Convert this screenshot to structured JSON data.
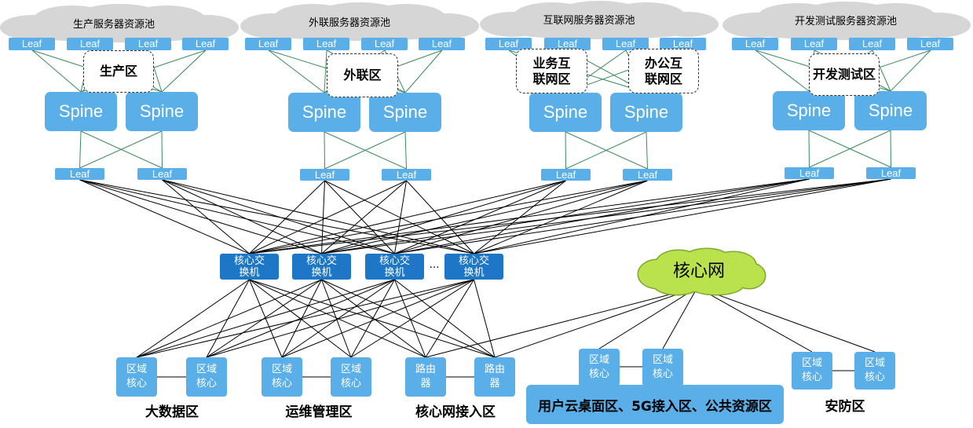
{
  "resource_pools": [
    {
      "title": "生产服务器资源池",
      "zones": [
        "生产区"
      ]
    },
    {
      "title": "外联服务器资源池",
      "zones": [
        "外联区"
      ]
    },
    {
      "title": "互联网服务器资源池",
      "zones": [
        "业务互\n联网区",
        "办公互\n联网区"
      ]
    },
    {
      "title": "开发测试服务器资源池",
      "zones": [
        "开发测试区"
      ]
    }
  ],
  "node_labels": {
    "leaf": "Leaf",
    "spine": "Spine",
    "core_switch": "核心交\n换机",
    "more_core_switches": "…",
    "region_core": "区域\n核心",
    "router": "路由\n器"
  },
  "core_network": {
    "label": "核心网"
  },
  "access_zones": [
    {
      "label": "大数据区"
    },
    {
      "label": "运维管理区"
    },
    {
      "label": "核心网接入区"
    },
    {
      "label": "用户云桌面区、5G接入区、公共资源区"
    },
    {
      "label": "安防区"
    }
  ],
  "colors": {
    "pool_cloud_gray": "#d6d6d6",
    "core_cloud_green": "#b9e24c",
    "core_cloud_outline": "#7fa932",
    "node_light_blue": "#5aafe8",
    "core_switch_blue": "#1e76c6",
    "fabric_link_green": "#3a8c5c",
    "link_black": "#000000"
  }
}
